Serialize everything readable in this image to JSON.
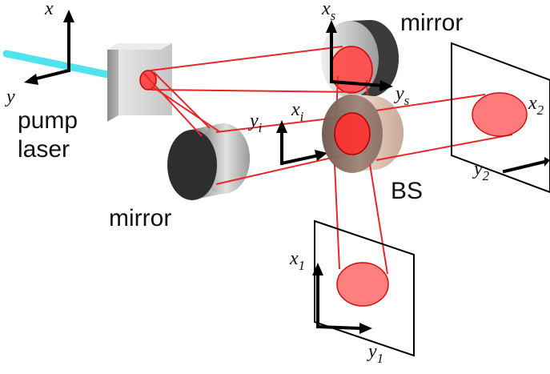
{
  "labels": {
    "pump": "pump",
    "laser": "laser",
    "mirror_top": "mirror",
    "mirror_left": "mirror",
    "bs": "BS"
  },
  "axes": {
    "pump": {
      "x": "x",
      "y": "y"
    },
    "signal": {
      "x": "x",
      "x_sub": "s",
      "y": "y",
      "y_sub": "s"
    },
    "idler": {
      "x": "x",
      "x_sub": "i",
      "y": "y",
      "y_sub": "i"
    },
    "det1": {
      "x": "x",
      "x_sub": "1",
      "y": "y",
      "y_sub": "1"
    },
    "det2": {
      "x": "x",
      "x_sub": "2",
      "y": "y",
      "y_sub": "2"
    }
  },
  "colors": {
    "pump_beam": "#4fe3ee",
    "beam": "#e8262a",
    "spot_fill": "#ff5a5a",
    "mirror_dark": "#2c2c2c",
    "mirror_rim": "#bdbdbd",
    "bs_body": "#9a8074",
    "crystal": "#d2d2d2"
  }
}
